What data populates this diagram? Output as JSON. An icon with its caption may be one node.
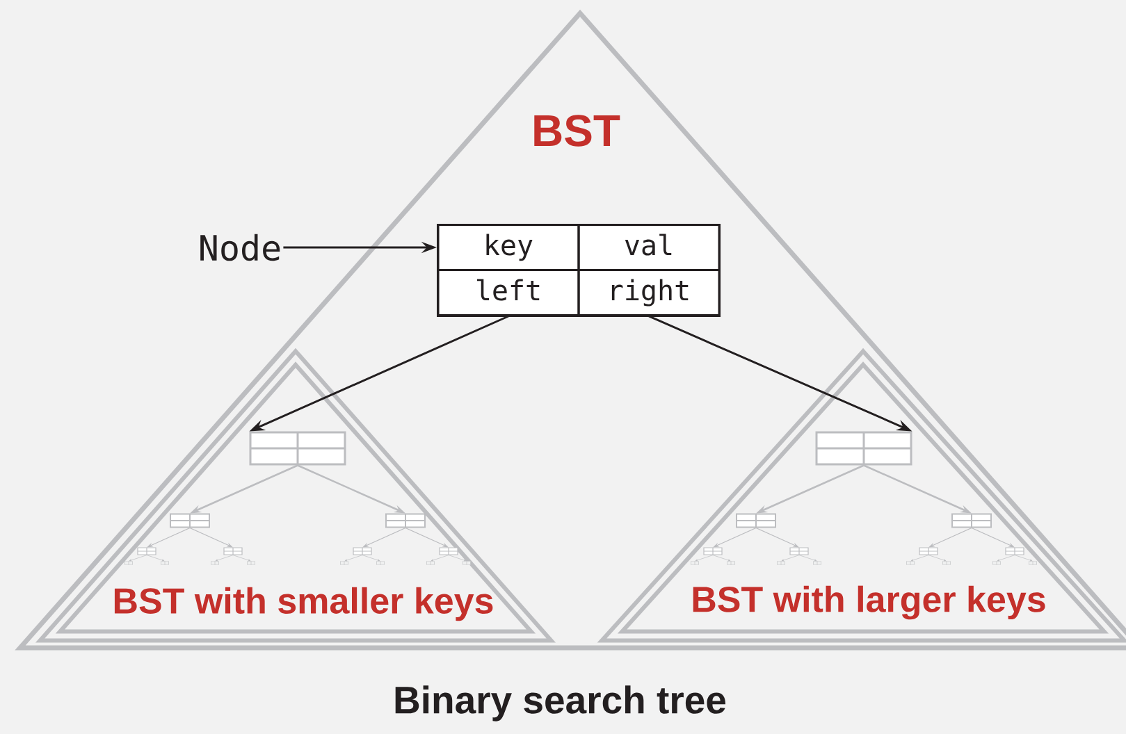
{
  "diagram": {
    "caption": "Binary search tree",
    "nodes": [
      {
        "text": [
          "BST"
        ]
      },
      {
        "text": [
          "Node"
        ]
      },
      {
        "text": [],
        "shape": "box",
        "in": 0
      },
      {
        "text": [
          "key"
        ],
        "in": 2
      },
      {
        "text": [
          "val"
        ],
        "in": 2
      },
      {
        "text": [
          "left"
        ],
        "in": 2
      },
      {
        "text": [
          "right"
        ],
        "in": 2
      },
      {
        "text": [
          "BST with smaller keys"
        ],
        "in": 0
      },
      {
        "text": [
          "BST with larger keys"
        ],
        "in": 0
      },
      {
        "text": [],
        "shape": "box",
        "in": 7
      },
      {
        "text": [],
        "shape": "box",
        "in": 7
      },
      {
        "text": [],
        "shape": "box",
        "in": 7
      },
      {
        "text": [],
        "shape": "box",
        "in": 7
      },
      {
        "text": [],
        "shape": "box",
        "in": 7
      },
      {
        "text": [],
        "shape": "box",
        "in": 7
      },
      {
        "text": [],
        "shape": "box",
        "in": 7
      },
      {
        "text": [],
        "shape": "box",
        "in": 7
      },
      {
        "text": [],
        "shape": "box",
        "in": 7
      },
      {
        "text": [],
        "shape": "box",
        "in": 7
      },
      {
        "text": [],
        "shape": "box",
        "in": 7
      },
      {
        "text": [],
        "shape": "box",
        "in": 7
      },
      {
        "text": [],
        "shape": "box",
        "in": 7
      },
      {
        "text": [],
        "shape": "box",
        "in": 7
      },
      {
        "text": [],
        "shape": "box",
        "in": 7
      },
      {
        "text": [],
        "shape": "box",
        "in": 8
      },
      {
        "text": [],
        "shape": "box",
        "in": 8
      },
      {
        "text": [],
        "shape": "box",
        "in": 8
      },
      {
        "text": [],
        "shape": "box",
        "in": 8
      },
      {
        "text": [],
        "shape": "box",
        "in": 8
      },
      {
        "text": [],
        "shape": "box",
        "in": 8
      },
      {
        "text": [],
        "shape": "box",
        "in": 8
      },
      {
        "text": [],
        "shape": "box",
        "in": 8
      },
      {
        "text": [],
        "shape": "box",
        "in": 8
      },
      {
        "text": [],
        "shape": "box",
        "in": 8
      },
      {
        "text": [],
        "shape": "box",
        "in": 8
      },
      {
        "text": [],
        "shape": "box",
        "in": 8
      },
      {
        "text": [],
        "shape": "box",
        "in": 8
      },
      {
        "text": [],
        "shape": "box",
        "in": 8
      },
      {
        "text": [],
        "shape": "box",
        "in": 8
      }
    ],
    "edges": [
      {
        "from": 1,
        "to": 2,
        "arrow": "to",
        "color": "#231f20"
      },
      {
        "from": 5,
        "to": 9,
        "arrow": "to",
        "color": "#231f20"
      },
      {
        "from": 6,
        "to": 24,
        "arrow": "to",
        "color": "#231f20"
      },
      {
        "from": 9,
        "to": 10,
        "arrow": "to"
      },
      {
        "from": 9,
        "to": 11,
        "arrow": "to"
      },
      {
        "from": 10,
        "to": 12,
        "arrow": "to"
      },
      {
        "from": 10,
        "to": 13,
        "arrow": "to"
      },
      {
        "from": 11,
        "to": 14,
        "arrow": "to"
      },
      {
        "from": 11,
        "to": 15,
        "arrow": "to"
      },
      {
        "from": 12,
        "to": 16,
        "arrow": "to"
      },
      {
        "from": 12,
        "to": 17,
        "arrow": "to"
      },
      {
        "from": 13,
        "to": 18,
        "arrow": "to"
      },
      {
        "from": 13,
        "to": 19,
        "arrow": "to"
      },
      {
        "from": 14,
        "to": 20,
        "arrow": "to"
      },
      {
        "from": 14,
        "to": 21,
        "arrow": "to"
      },
      {
        "from": 15,
        "to": 22,
        "arrow": "to"
      },
      {
        "from": 15,
        "to": 23,
        "arrow": "to"
      },
      {
        "from": 24,
        "to": 25,
        "arrow": "to"
      },
      {
        "from": 24,
        "to": 26,
        "arrow": "to"
      },
      {
        "from": 25,
        "to": 27,
        "arrow": "to"
      },
      {
        "from": 25,
        "to": 28,
        "arrow": "to"
      },
      {
        "from": 26,
        "to": 29,
        "arrow": "to"
      },
      {
        "from": 26,
        "to": 30,
        "arrow": "to"
      },
      {
        "from": 27,
        "to": 31,
        "arrow": "to"
      },
      {
        "from": 27,
        "to": 32,
        "arrow": "to"
      },
      {
        "from": 28,
        "to": 33,
        "arrow": "to"
      },
      {
        "from": 28,
        "to": 34,
        "arrow": "to"
      },
      {
        "from": 29,
        "to": 35,
        "arrow": "to"
      },
      {
        "from": 29,
        "to": 36,
        "arrow": "to"
      },
      {
        "from": 30,
        "to": 37,
        "arrow": "to"
      },
      {
        "from": 30,
        "to": 38,
        "arrow": "to"
      }
    ]
  }
}
